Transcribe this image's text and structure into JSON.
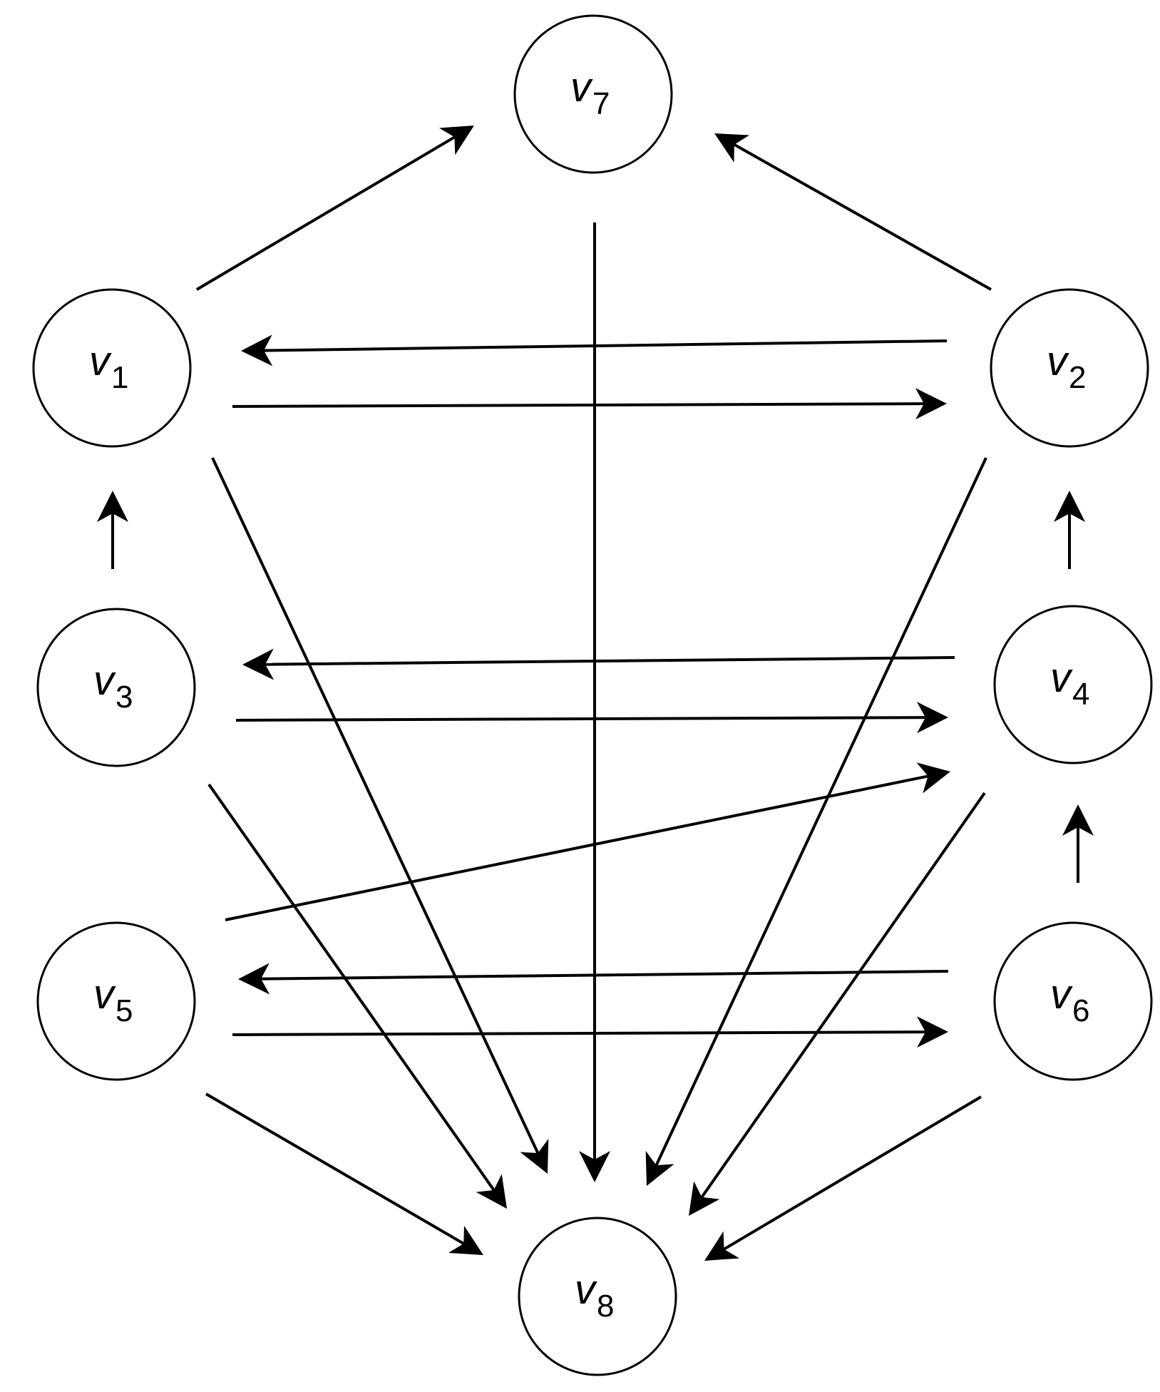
{
  "diagram": {
    "type": "directed-graph",
    "colors": {
      "stroke": "#000000",
      "background": "#ffffff"
    },
    "nodes": [
      {
        "id": "v1",
        "letter": "v",
        "sub": "1"
      },
      {
        "id": "v2",
        "letter": "v",
        "sub": "2"
      },
      {
        "id": "v3",
        "letter": "v",
        "sub": "3"
      },
      {
        "id": "v4",
        "letter": "v",
        "sub": "4"
      },
      {
        "id": "v5",
        "letter": "v",
        "sub": "5"
      },
      {
        "id": "v6",
        "letter": "v",
        "sub": "6"
      },
      {
        "id": "v7",
        "letter": "v",
        "sub": "7"
      },
      {
        "id": "v8",
        "letter": "v",
        "sub": "8"
      }
    ],
    "edges": [
      {
        "from": "v1",
        "to": "v7"
      },
      {
        "from": "v2",
        "to": "v7"
      },
      {
        "from": "v2",
        "to": "v1"
      },
      {
        "from": "v1",
        "to": "v2"
      },
      {
        "from": "v3",
        "to": "v1"
      },
      {
        "from": "v4",
        "to": "v2"
      },
      {
        "from": "v4",
        "to": "v3"
      },
      {
        "from": "v3",
        "to": "v4"
      },
      {
        "from": "v5",
        "to": "v4"
      },
      {
        "from": "v6",
        "to": "v4"
      },
      {
        "from": "v6",
        "to": "v5"
      },
      {
        "from": "v5",
        "to": "v6"
      },
      {
        "from": "v7",
        "to": "v8"
      },
      {
        "from": "v1",
        "to": "v8"
      },
      {
        "from": "v2",
        "to": "v8"
      },
      {
        "from": "v3",
        "to": "v8"
      },
      {
        "from": "v4",
        "to": "v8"
      },
      {
        "from": "v5",
        "to": "v8"
      },
      {
        "from": "v6",
        "to": "v8"
      }
    ]
  }
}
